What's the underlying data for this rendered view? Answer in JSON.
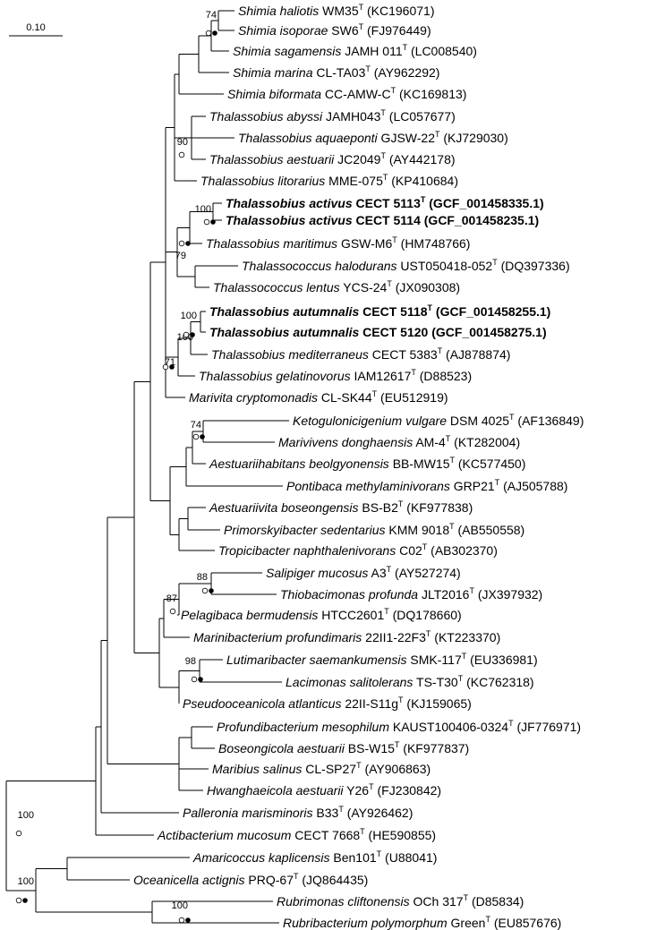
{
  "scale_bar": {
    "label": "0.10"
  },
  "taxa": [
    {
      "genus": "Shimia",
      "epithet": "haliotis",
      "strain": "WM35",
      "type": true,
      "acc": "(KC196071)",
      "bold": false
    },
    {
      "genus": "Shimia",
      "epithet": "isoporae",
      "strain": "SW6",
      "type": true,
      "acc": "(FJ976449)",
      "bold": false
    },
    {
      "genus": "Shimia",
      "epithet": "sagamensis",
      "strain": "JAMH 011",
      "type": true,
      "acc": "(LC008540)",
      "bold": false
    },
    {
      "genus": "Shimia",
      "epithet": "marina",
      "strain": "CL-TA03",
      "type": true,
      "acc": "(AY962292)",
      "bold": false
    },
    {
      "genus": "Shimia",
      "epithet": "biformata",
      "strain": "CC-AMW-C",
      "type": true,
      "acc": "(KC169813)",
      "bold": false
    },
    {
      "genus": "Thalassobius",
      "epithet": "abyssi",
      "strain": "JAMH043",
      "type": true,
      "acc": "(LC057677)",
      "bold": false
    },
    {
      "genus": "Thalassobius",
      "epithet": "aquaeponti",
      "strain": "GJSW-22",
      "type": true,
      "acc": "(KJ729030)",
      "bold": false
    },
    {
      "genus": "Thalassobius",
      "epithet": "aestuarii",
      "strain": "JC2049",
      "type": true,
      "acc": "(AY442178)",
      "bold": false
    },
    {
      "genus": "Thalassobius",
      "epithet": "litorarius",
      "strain": "MME-075",
      "type": true,
      "acc": "(KP410684)",
      "bold": false
    },
    {
      "genus": "Thalassobius",
      "epithet": "activus",
      "strain": "CECT 5113",
      "type": true,
      "acc": "(GCF_001458335.1)",
      "bold": true
    },
    {
      "genus": "Thalassobius",
      "epithet": "activus",
      "strain": "CECT 5114",
      "type": false,
      "acc": "(GCF_001458235.1)",
      "bold": true
    },
    {
      "genus": "Thalassobius",
      "epithet": "maritimus",
      "strain": "GSW-M6",
      "type": true,
      "acc": "(HM748766)",
      "bold": false
    },
    {
      "genus": "Thalassococcus",
      "epithet": "halodurans",
      "strain": "UST050418-052",
      "type": true,
      "acc": "(DQ397336)",
      "bold": false
    },
    {
      "genus": "Thalassococcus",
      "epithet": "lentus",
      "strain": "YCS-24",
      "type": true,
      "acc": "(JX090308)",
      "bold": false
    },
    {
      "genus": "Thalassobius",
      "epithet": "autumnalis",
      "strain": "CECT 5118",
      "type": true,
      "acc": "(GCF_001458255.1)",
      "bold": true
    },
    {
      "genus": "Thalassobius",
      "epithet": "autumnalis",
      "strain": "CECT 5120",
      "type": false,
      "acc": "(GCF_001458275.1)",
      "bold": true
    },
    {
      "genus": "Thalassobius",
      "epithet": "mediterraneus",
      "strain": "CECT 5383",
      "type": true,
      "acc": "(AJ878874)",
      "bold": false
    },
    {
      "genus": "Thalassobius",
      "epithet": "gelatinovorus",
      "strain": "IAM12617",
      "type": true,
      "acc": "(D88523)",
      "bold": false
    },
    {
      "genus": "Marivita",
      "epithet": "cryptomonadis",
      "strain": "CL-SK44",
      "type": true,
      "acc": "(EU512919)",
      "bold": false
    },
    {
      "genus": "Ketogulonicigenium",
      "epithet": "vulgare",
      "strain": "DSM 4025",
      "type": true,
      "acc": "(AF136849)",
      "bold": false
    },
    {
      "genus": "Marivivens",
      "epithet": "donghaensis",
      "strain": "AM-4",
      "type": true,
      "acc": "(KT282004)",
      "bold": false
    },
    {
      "genus": "Aestuariihabitans",
      "epithet": "beolgyonensis",
      "strain": "BB-MW15",
      "type": true,
      "acc": "(KC577450)",
      "bold": false
    },
    {
      "genus": "Pontibaca",
      "epithet": "methylaminivorans",
      "strain": "GRP21",
      "type": true,
      "acc": "(AJ505788)",
      "bold": false
    },
    {
      "genus": "Aestuariivita",
      "epithet": "boseongensis",
      "strain": "BS-B2",
      "type": true,
      "acc": "(KF977838)",
      "bold": false
    },
    {
      "genus": "Primorskyibacter",
      "epithet": "sedentarius",
      "strain": "KMM 9018",
      "type": true,
      "acc": "(AB550558)",
      "bold": false
    },
    {
      "genus": "Tropicibacter",
      "epithet": "naphthalenivorans",
      "strain": "C02",
      "type": true,
      "acc": "(AB302370)",
      "bold": false
    },
    {
      "genus": "Salipiger",
      "epithet": "mucosus",
      "strain": "A3",
      "type": true,
      "acc": "(AY527274)",
      "bold": false
    },
    {
      "genus": "Thiobacimonas",
      "epithet": "profunda",
      "strain": "JLT2016",
      "type": true,
      "acc": "(JX397932)",
      "bold": false
    },
    {
      "genus": "Pelagibaca",
      "epithet": "bermudensis",
      "strain": "HTCC2601",
      "type": true,
      "acc": "(DQ178660)",
      "bold": false
    },
    {
      "genus": "Marinibacterium",
      "epithet": "profundimaris",
      "strain": "22II1-22F3",
      "type": true,
      "acc": "(KT223370)",
      "bold": false
    },
    {
      "genus": "Lutimaribacter",
      "epithet": "saemankumensis",
      "strain": "SMK-117",
      "type": true,
      "acc": "(EU336981)",
      "bold": false
    },
    {
      "genus": "Lacimonas",
      "epithet": "salitolerans",
      "strain": "TS-T30",
      "type": true,
      "acc": "(KC762318)",
      "bold": false
    },
    {
      "genus": "Pseudooceanicola",
      "epithet": "atlanticus",
      "strain": "22II-S11g",
      "type": true,
      "acc": "(KJ159065)",
      "bold": false
    },
    {
      "genus": "Profundibacterium",
      "epithet": "mesophilum",
      "strain": "KAUST100406-0324",
      "type": true,
      "acc": "(JF776971)",
      "bold": false
    },
    {
      "genus": "Boseongicola",
      "epithet": "aestuarii",
      "strain": "BS-W15",
      "type": true,
      "acc": "(KF977837)",
      "bold": false
    },
    {
      "genus": "Maribius",
      "epithet": "salinus",
      "strain": "CL-SP27",
      "type": true,
      "acc": "(AY906863)",
      "bold": false
    },
    {
      "genus": "Hwanghaeicola",
      "epithet": "aestuarii",
      "strain": "Y26",
      "type": true,
      "acc": "(FJ230842)",
      "bold": false
    },
    {
      "genus": "Palleronia",
      "epithet": "marisminoris",
      "strain": "B33",
      "type": true,
      "acc": "(AY926462)",
      "bold": false
    },
    {
      "genus": "Actibacterium",
      "epithet": "mucosum",
      "strain": "CECT 7668",
      "type": true,
      "acc": "(HE590855)",
      "bold": false
    },
    {
      "genus": "Amaricoccus",
      "epithet": "kaplicensis",
      "strain": "Ben101",
      "type": true,
      "acc": "(U88041)",
      "bold": false
    },
    {
      "genus": "Oceanicella",
      "epithet": "actignis",
      "strain": "PRQ-67",
      "type": true,
      "acc": "(JQ864435)",
      "bold": false
    },
    {
      "genus": "Rubrimonas",
      "epithet": "cliftonensis",
      "strain": "OCh 317",
      "type": true,
      "acc": "(D85834)",
      "bold": false
    },
    {
      "genus": "Rubribacterium",
      "epithet": "polymorphum",
      "strain": "Green",
      "type": true,
      "acc": "(EU857676)",
      "bold": false
    }
  ],
  "bootstrap_values": [
    "74",
    "90",
    "100",
    "79",
    "100",
    "100",
    "71",
    "74",
    "88",
    "87",
    "98",
    "100",
    "100",
    "100"
  ],
  "node_symbols": [
    {
      "open": true,
      "filled": true
    },
    {
      "open": true,
      "filled": false
    },
    {
      "open": true,
      "filled": true
    },
    {
      "open": true,
      "filled": true
    },
    {
      "open": true,
      "filled": true
    },
    {
      "open": true,
      "filled": true
    },
    {
      "open": true,
      "filled": true
    },
    {
      "open": true,
      "filled": true
    },
    {
      "open": true,
      "filled": false
    },
    {
      "open": true,
      "filled": true
    },
    {
      "open": true,
      "filled": false
    },
    {
      "open": true,
      "filled": true
    },
    {
      "open": true,
      "filled": true
    }
  ]
}
